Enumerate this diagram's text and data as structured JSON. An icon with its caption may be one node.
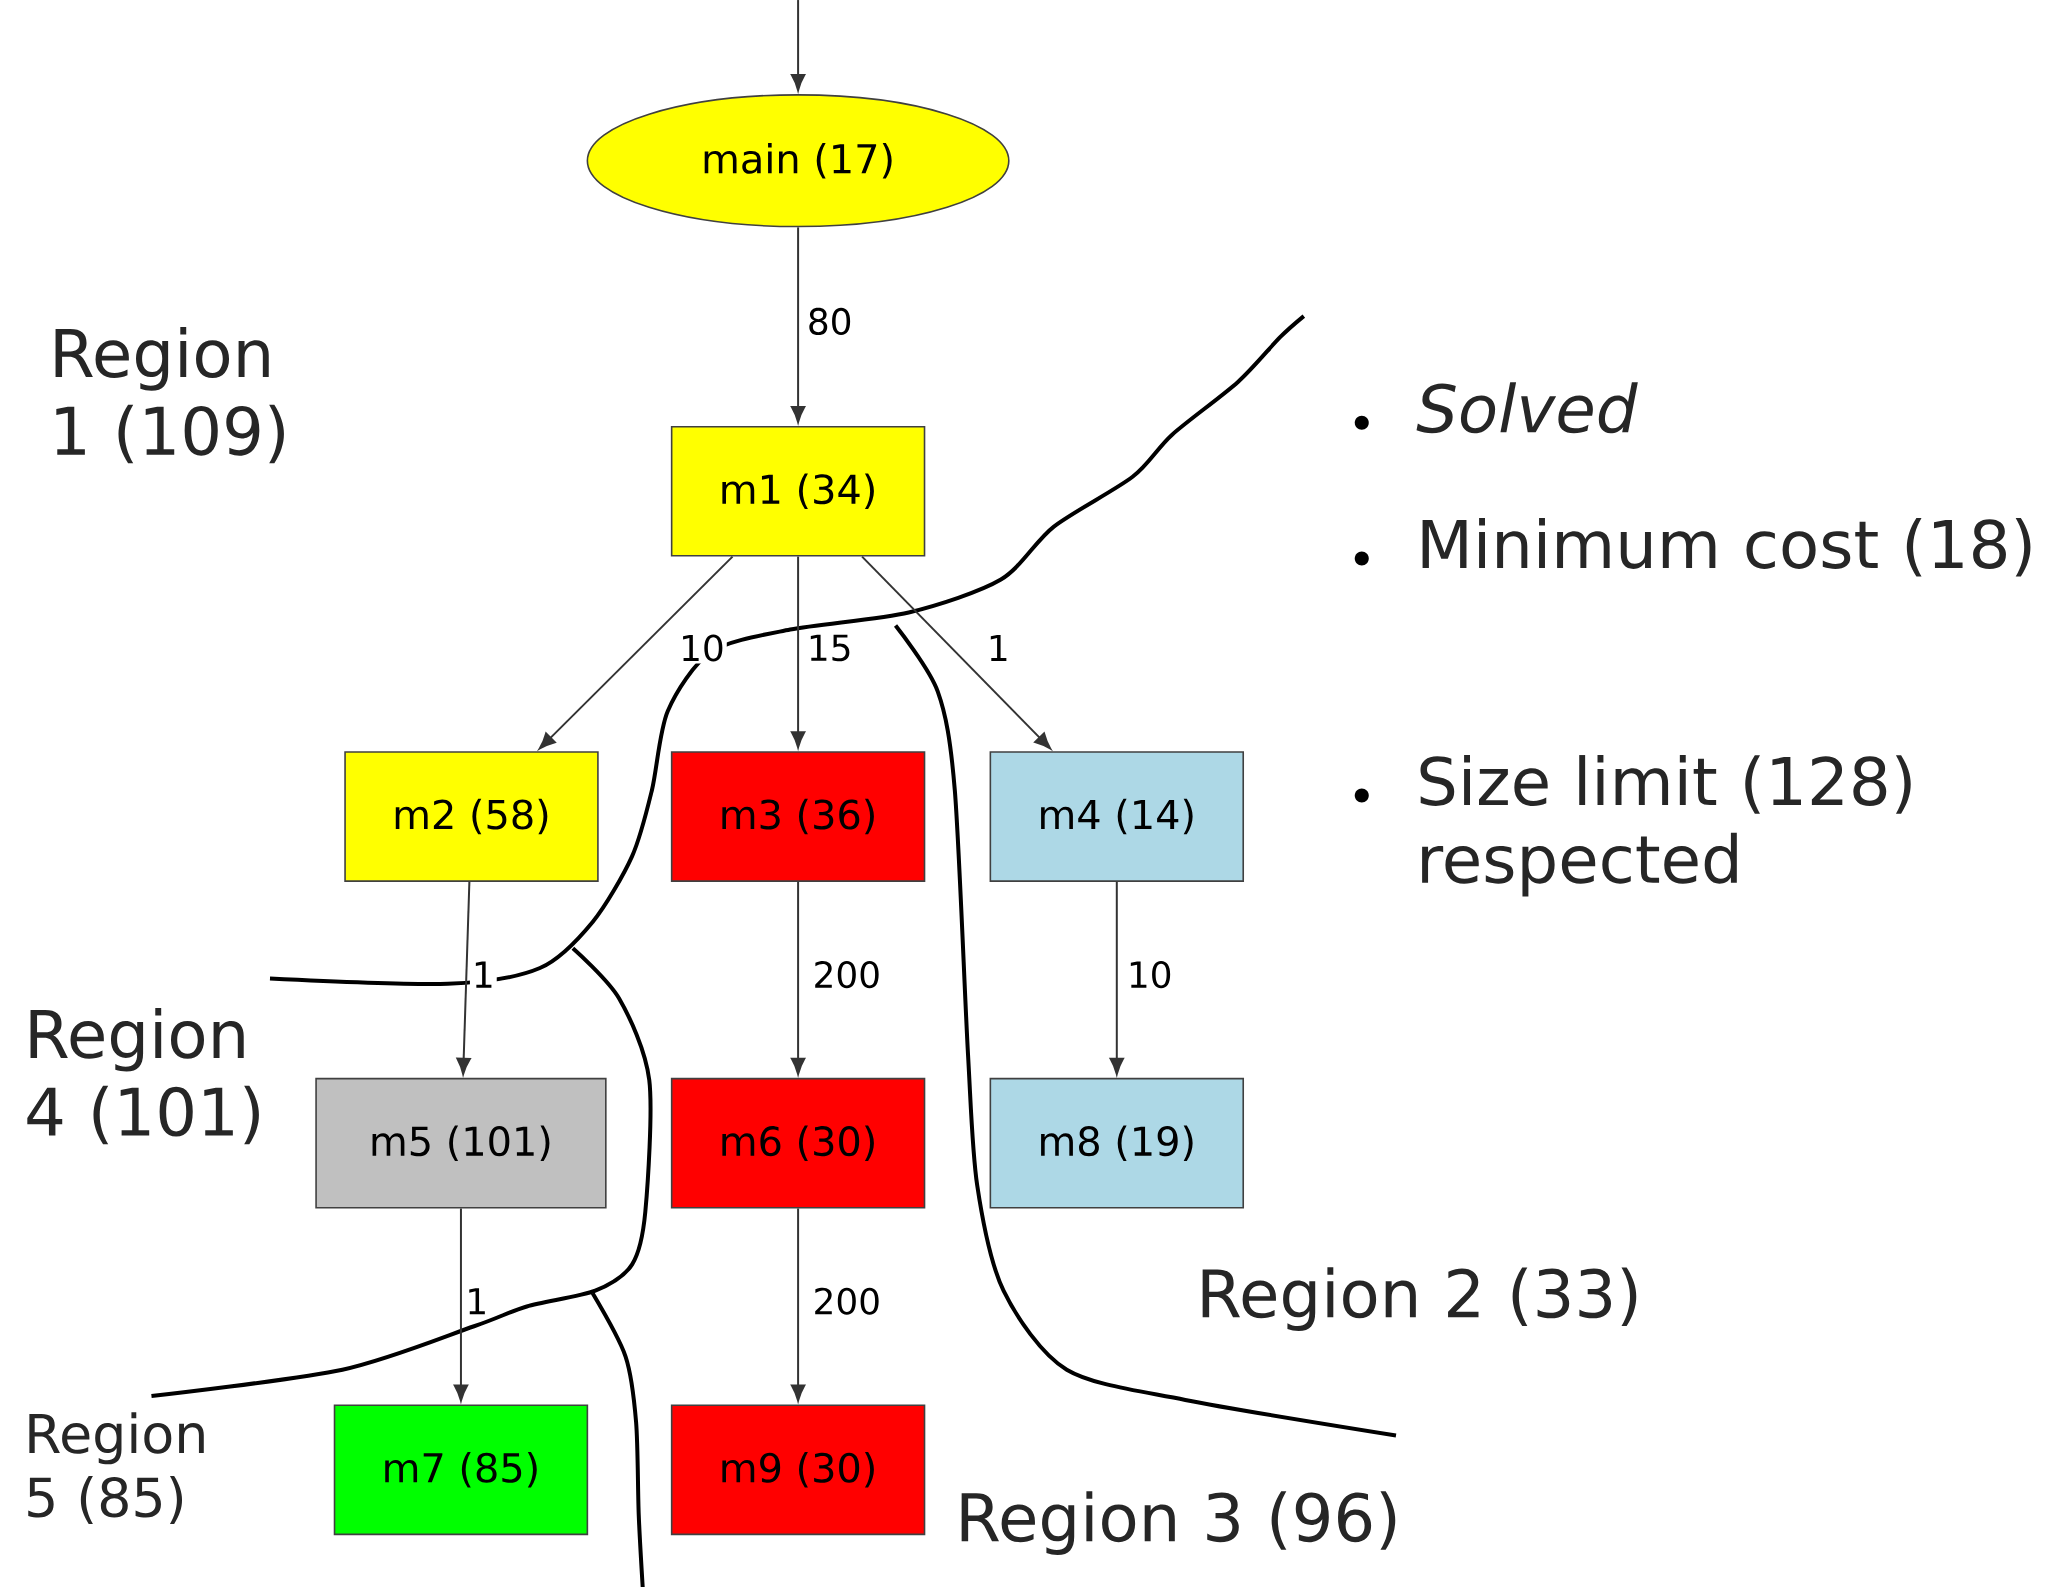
{
  "diagram": {
    "nodes": [
      {
        "text": [
          "main (17)"
        ]
      },
      {
        "text": [
          "m1 (34)"
        ]
      },
      {
        "text": [
          "m2 (58)"
        ]
      },
      {
        "text": [
          "m3 (36)"
        ]
      },
      {
        "text": [
          "m4 (14)"
        ]
      },
      {
        "text": [
          "m5 (101)"
        ]
      },
      {
        "text": [
          "m6 (30)"
        ]
      },
      {
        "text": [
          "m8 (19)"
        ]
      },
      {
        "text": [
          "m7 (85)"
        ]
      },
      {
        "text": [
          "m9 (30)"
        ]
      }
    ],
    "edges": [
      {
        "from": null,
        "to": 0,
        "arrow": "to"
      },
      {
        "from": 0,
        "to": 1,
        "arrow": "to",
        "label": "80"
      },
      {
        "from": 1,
        "to": 2,
        "arrow": "to",
        "label": "10"
      },
      {
        "from": 1,
        "to": 3,
        "arrow": "to",
        "label": "15"
      },
      {
        "from": 1,
        "to": 4,
        "arrow": "to",
        "label": "1"
      },
      {
        "from": 2,
        "to": 5,
        "arrow": "to",
        "label": "1"
      },
      {
        "from": 3,
        "to": 6,
        "arrow": "to",
        "label": "200"
      },
      {
        "from": 4,
        "to": 7,
        "arrow": "to",
        "label": "10"
      },
      {
        "from": 5,
        "to": 8,
        "arrow": "to",
        "label": "1"
      },
      {
        "from": 6,
        "to": 9,
        "arrow": "to",
        "label": "200"
      }
    ],
    "labels": [
      "Region 1 (109)",
      "Solved",
      "Minimum cost (18)",
      "Size limit (128) respected",
      "Region 4 (101)",
      "Region 2 (33)",
      "Region 5 (85)",
      "Region 3 (96)"
    ]
  }
}
